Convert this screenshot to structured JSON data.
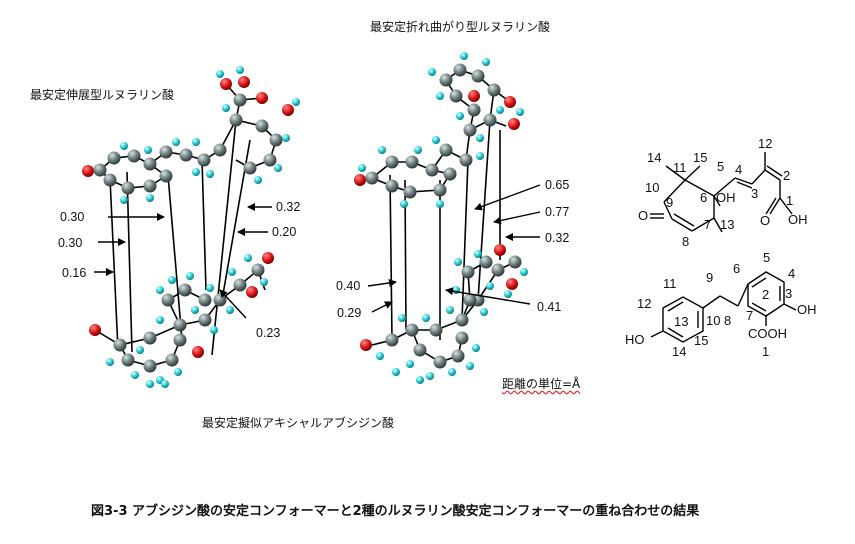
{
  "labels": {
    "top_center": "最安定折れ曲がり型ルヌラリン酸",
    "top_left": "最安定伸展型ルヌラリン酸",
    "bottom_center": "最安定擬似アキシャルアブシジン酸",
    "unit": "距離の単位=Å"
  },
  "distances_left": [
    "0.30",
    "0.30",
    "0.16",
    "0.32",
    "0.20",
    "0.23"
  ],
  "distances_middle": [
    "0.65",
    "0.77",
    "0.32",
    "0.40",
    "0.29",
    "0.41"
  ],
  "aba_numbers": [
    "14",
    "15",
    "11",
    "12",
    "5",
    "4",
    "2",
    "3",
    "10",
    "1",
    "9",
    "6",
    "7",
    "13",
    "8"
  ],
  "aba_atoms": {
    "oh": "OH",
    "o_ketone": "O",
    "o_carbonyl": "O",
    "acid_oh": "OH"
  },
  "lunularic_numbers": [
    "11",
    "9",
    "6",
    "5",
    "4",
    "12",
    "2",
    "3",
    "13",
    "10",
    "8",
    "7",
    "15",
    "14",
    "1"
  ],
  "lunularic_atoms": {
    "ho": "HO",
    "oh": "OH",
    "cooh": "COOH"
  },
  "caption": "図3-3  アブシジン酸の安定コンフォーマーと2種のルヌラリン酸安定コンフォーマーの重ね合わせの結果"
}
